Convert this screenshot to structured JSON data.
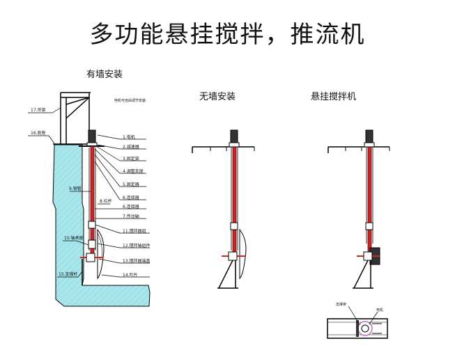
{
  "title": "多功能悬挂搅拌，推流机",
  "views": {
    "wall": {
      "title": "有墙安装"
    },
    "nowall": {
      "title": "无墙安装"
    },
    "hanging": {
      "title": "悬挂搅拌机"
    }
  },
  "small_note": "电机可自由调节安装",
  "parts": {
    "p1": "1.电机",
    "p2": "2.减速器",
    "p3": "3.固定架",
    "p4": "4.调整支座",
    "p5": "5.固定器",
    "p6a": "6.连接器",
    "p6b": "6.连接器",
    "p7": "7.传动轴",
    "p8": "8.拉杆",
    "p9": "9.钢管",
    "p10": "10.轴承座",
    "p11": "11.搅拌器组",
    "p12": "12.搅拌轴组件",
    "p13": "13.搅拌器端盖",
    "p14": "14.叶片",
    "p15": "15.支撑杆",
    "p16": "16.底座",
    "p17": "17.吊架"
  },
  "detail": {
    "left_label": "支撑架",
    "right_label": "电机"
  },
  "colors": {
    "shaft": "#e02020",
    "water": "#a8e6ec",
    "line": "#000000",
    "detail_accent": "#c070c0"
  }
}
